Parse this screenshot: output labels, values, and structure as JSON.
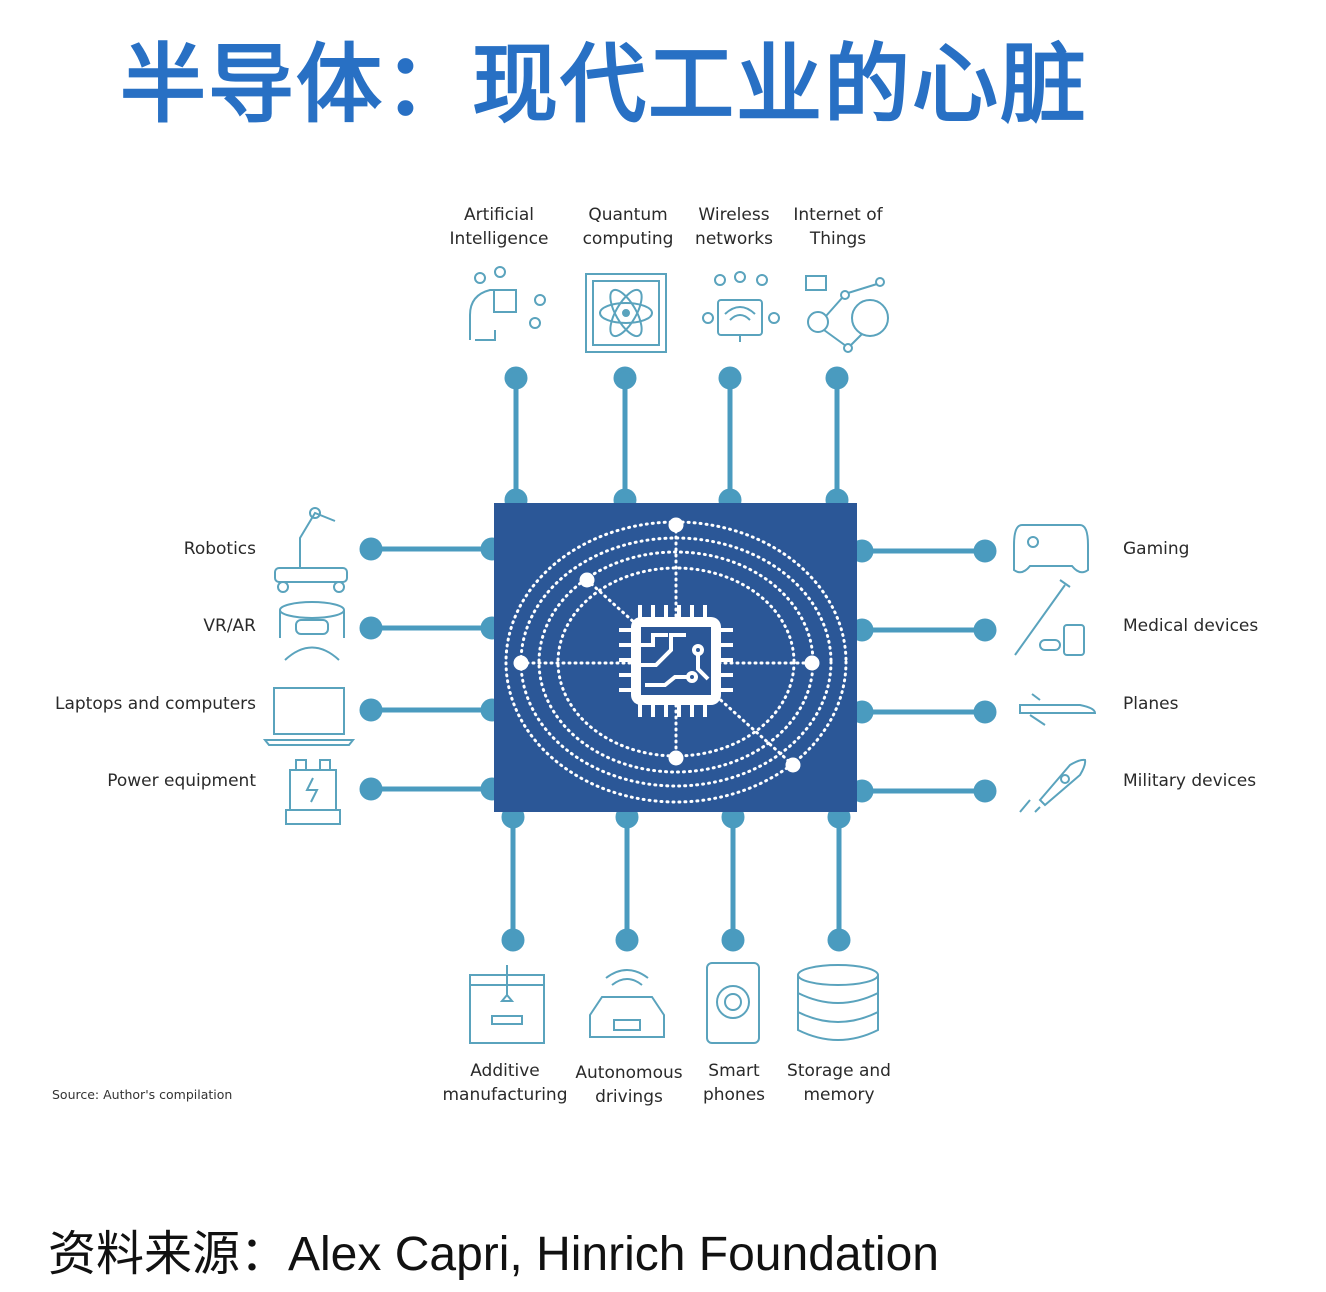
{
  "title": "半导体：现代工业的心脏",
  "center": {
    "label": "chip-icon"
  },
  "top": [
    {
      "label": "Artificial Intelligence",
      "line1": "Artificial",
      "line2": "Intelligence",
      "icon": "ai-head-chip-icon"
    },
    {
      "label": "Quantum computing",
      "line1": "Quantum",
      "line2": "computing",
      "icon": "atom-chip-icon"
    },
    {
      "label": "Wireless networks",
      "line1": "Wireless",
      "line2": "networks",
      "icon": "wifi-monitor-icon"
    },
    {
      "label": "Internet of Things",
      "line1": "Internet of",
      "line2": "Things",
      "icon": "iot-network-icon"
    }
  ],
  "left": [
    {
      "label": "Robotics",
      "icon": "robot-arm-icon"
    },
    {
      "label": "VR/AR",
      "icon": "vr-headset-icon"
    },
    {
      "label": "Laptops and computers",
      "icon": "laptop-icon"
    },
    {
      "label": "Power equipment",
      "icon": "battery-icon"
    }
  ],
  "right": [
    {
      "label": "Gaming",
      "icon": "gamepad-icon"
    },
    {
      "label": "Medical devices",
      "icon": "syringe-icon"
    },
    {
      "label": "Planes",
      "icon": "plane-icon"
    },
    {
      "label": "Military devices",
      "icon": "rocket-icon"
    }
  ],
  "bottom": [
    {
      "label": "Additive manufacturing",
      "line1": "Additive",
      "line2": "manufacturing",
      "icon": "3d-printer-icon"
    },
    {
      "label": "Autonomous drivings",
      "line1": "Autonomous",
      "line2": "drivings",
      "icon": "autonomous-car-icon"
    },
    {
      "label": "Smart phones",
      "line1": "Smart",
      "line2": "phones",
      "icon": "smartphone-icon"
    },
    {
      "label": "Storage and memory",
      "line1": "Storage and",
      "line2": "memory",
      "icon": "database-icon"
    }
  ],
  "source": "Source: Author's compilation",
  "credit": "资料来源：Alex Capri, Hinrich Foundation",
  "colors": {
    "title": "#2870c4",
    "chip": "#2b5797",
    "connector": "#4a9bbf",
    "icon": "#5aa3bd"
  }
}
